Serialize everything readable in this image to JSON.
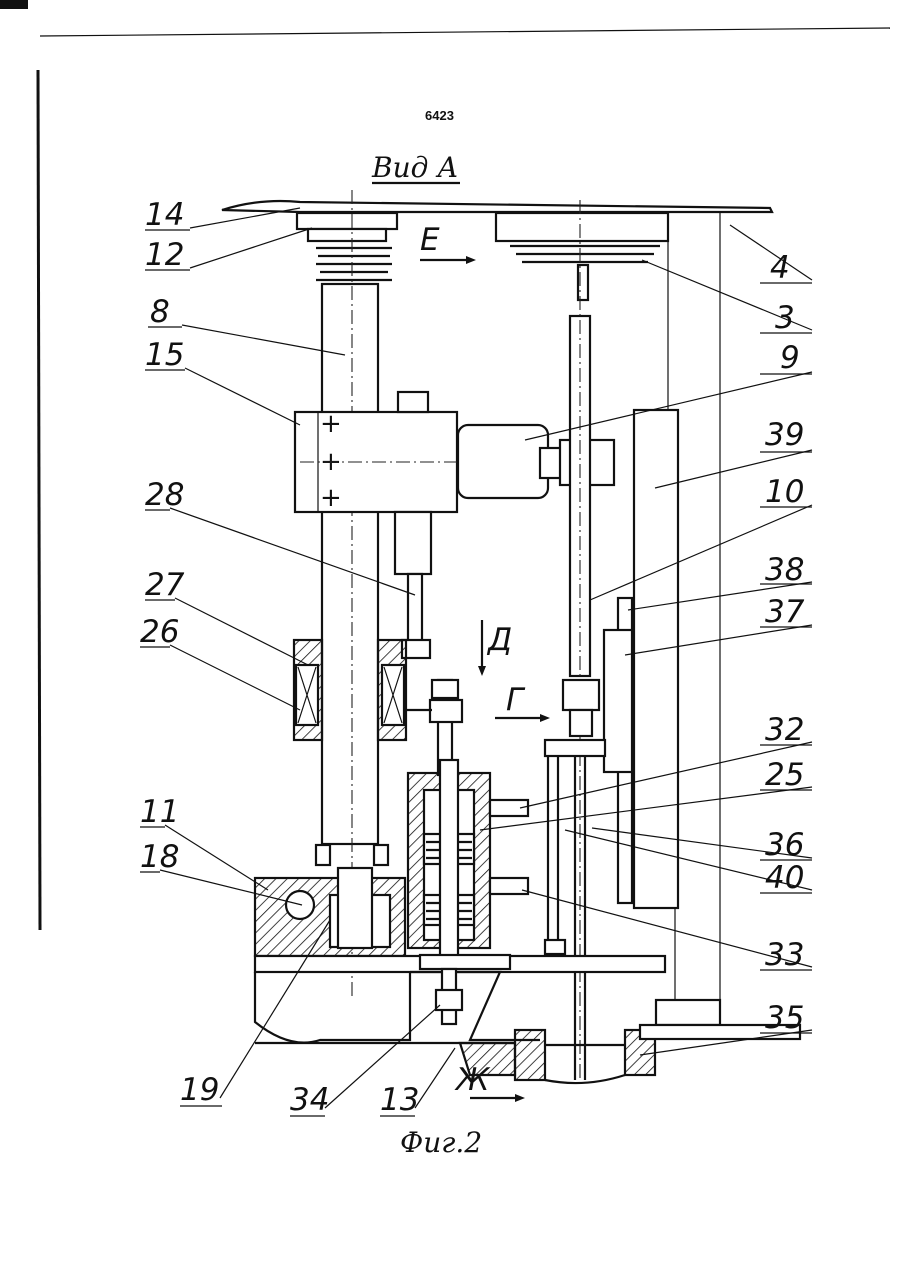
{
  "page_number": "6423",
  "view_title": "Вид А",
  "figure_caption": "Фиг.2",
  "direction_labels": {
    "E": "Е",
    "D": "Д",
    "G": "Г",
    "ZH": "Ж"
  },
  "part_labels": {
    "p14": "14",
    "p12": "12",
    "p8": "8",
    "p15": "15",
    "p28": "28",
    "p27": "27",
    "p26": "26",
    "p11": "11",
    "p18": "18",
    "p19": "19",
    "p34": "34",
    "p13": "13",
    "p4": "4",
    "p3": "3",
    "p9": "9",
    "p39": "39",
    "p10": "10",
    "p38": "38",
    "p37": "37",
    "p32": "32",
    "p25": "25",
    "p36": "36",
    "p40": "40",
    "p33": "33",
    "p35": "35"
  }
}
